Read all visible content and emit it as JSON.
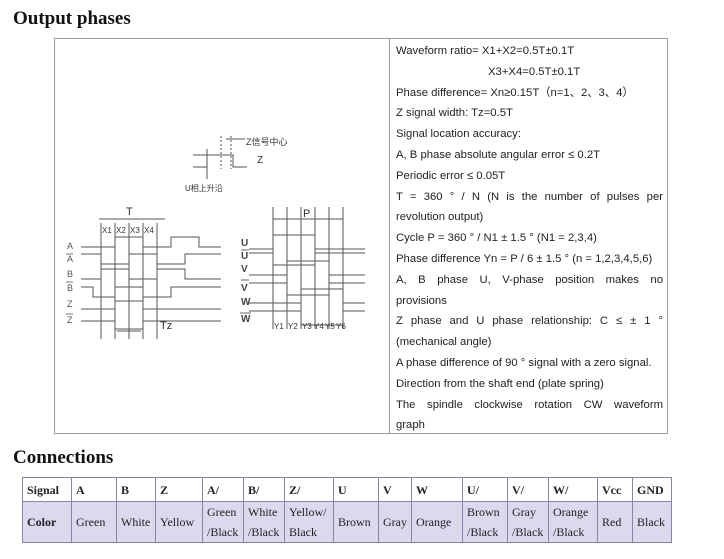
{
  "headings": {
    "output_phases": "Output phases",
    "connections": "Connections"
  },
  "diagram": {
    "z_center_label": "Z信号中心",
    "z_label": "Z",
    "u_rising_label": "U相上升沿",
    "t_label": "T",
    "x_labels": [
      "X1",
      "X2",
      "X3",
      "X4"
    ],
    "ab_signals": [
      "A",
      "A",
      "B",
      "B",
      "Z",
      "Z"
    ],
    "tz_label": "Tz",
    "p_label": "P",
    "uvw_signals": [
      "U",
      "U",
      "V",
      "V",
      "W",
      "W"
    ],
    "y_labels": [
      "Y1",
      "Y2",
      "Y3",
      "Y4",
      "Y5",
      "Y6"
    ]
  },
  "notes": {
    "line1": "Waveform ratio= X1+X2=0.5T±0.1T",
    "line2": "X3+X4=0.5T±0.1T",
    "line3": "Phase difference= Xn≥0.15T（n=1、2、3、4）",
    "line4": "Z signal width: Tz=0.5T",
    "line5": "Signal location accuracy:",
    "line6": "A, B phase absolute angular error ≤ 0.2T",
    "line7": "Periodic error ≤ 0.05T",
    "line8": "T = 360 ° / N (N is the number of pulses per",
    "line9": "revolution output)",
    "line10": "Cycle P = 360 ° / N1 ± 1.5 ° (N1 = 2,3,4)",
    "line11": "Phase difference Yn = P / 6 ± 1.5 ° (n = 1,2,3,4,5,6)",
    "line12": "A, B phase U, V-phase position makes no",
    "line13": "provisions",
    "line14": "Z phase and U phase relationship: C ≤ ± 1 °",
    "line15": "(mechanical angle)",
    "line16": "A phase difference of 90 ° signal with a zero signal.",
    "line17": "Direction from the shaft end (plate spring)",
    "line18": "The spindle clockwise rotation CW waveform",
    "line19": "graph"
  },
  "connections": {
    "signal_header": "Signal",
    "color_header": "Color",
    "signals": [
      "A",
      "B",
      "Z",
      "A/",
      "B/",
      "Z/",
      "U",
      "V",
      "W",
      "U/",
      "V/",
      "W/",
      "Vcc",
      "GND"
    ],
    "colors": [
      [
        "Green"
      ],
      [
        "White"
      ],
      [
        "Yellow"
      ],
      [
        "Green",
        "/Black"
      ],
      [
        "White",
        "/Black"
      ],
      [
        "Yellow/",
        "Black"
      ],
      [
        "Brown"
      ],
      [
        "Gray"
      ],
      [
        "Orange"
      ],
      [
        "Brown",
        "/Black"
      ],
      [
        "Gray",
        "/Black"
      ],
      [
        "Orange",
        "/Black"
      ],
      [
        "Red"
      ],
      [
        "Black"
      ]
    ]
  }
}
